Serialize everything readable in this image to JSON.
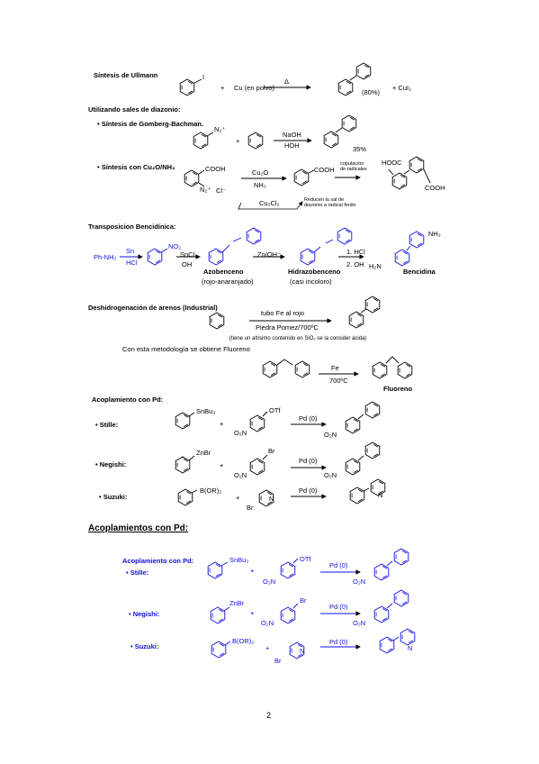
{
  "colors": {
    "accent_blue": "#1010e0",
    "ink": "#000000"
  },
  "ullmann": {
    "title": "Síntesis de Ullmann",
    "sub_i": "I",
    "plus": "+",
    "reagent": "Cu (en polvo)",
    "delta": "Δ",
    "yield": "(80%)",
    "byproduct": "+ CuI₂"
  },
  "diazonio": {
    "title": "Utilizando sales de diazonio:",
    "gomberg": {
      "title": "• Síntesis de Gomberg-Bachman.",
      "n2": "N₂⁺",
      "plus": "+",
      "reagent_top": "NaOH",
      "reagent_bottom": "HOH",
      "yield": "35%"
    },
    "cu2o": {
      "title": "• Síntesis con Cu₂O/NH₃",
      "cooh": "COOH",
      "n2": "N₂⁺",
      "cl": "Cl⁻",
      "reagent_top": "Cu₂O",
      "reagent_bottom": "NH₃",
      "radical_cooh": "COOH",
      "coupling_note": "copulación de radicales",
      "hooc": "HOOC",
      "cooh2": "COOH",
      "cu2cl2": "Cu₂Cl₂",
      "reduce_note": "Reducen la sal de diazonio a radical fenilo"
    }
  },
  "bencidinica": {
    "title": "Transposicion Bencidínica:",
    "sn": "Sn",
    "phnh2": "Ph-NH₂",
    "hcl": "HCl",
    "no2": "NO₂",
    "sncl2": "SnCl₂",
    "oh": "OH",
    "azobenceno": "Azobenceno",
    "azo_color": "(rojo-anaranjado)",
    "zn": "Zn/OH⁻",
    "hidrazobenceno": "Hidrazobenceno",
    "hidrazo_color": "(casi incoloro)",
    "step1": "1. HCl",
    "step2": "2. OH",
    "nh2": "NH₂",
    "h2n": "H₂N",
    "bencidina": "Bencidina"
  },
  "deshidro": {
    "title": "Deshidrogenación de arenos (Industrial)",
    "reagent_top": "tubo Fe al rojo",
    "reagent_bottom": "Piedra Pomez/700ºC",
    "note": "(tiene un altísimo contenido en SiO₂ se la consider ácida)",
    "fluoreno_line": "Con esta metodología se obtiene Fluoreno",
    "fe": "Fe",
    "temp": "700ºC",
    "fluoreno": "Fluoreno"
  },
  "acoplamiento_black": {
    "title": "Acoplamiento con Pd:",
    "stille": "• Stille:",
    "negishi": "• Negishi:",
    "suzuki": "• Suzuki:",
    "snbu3": "SnBu₃",
    "otf": "OTf",
    "znbr": "ZnBr",
    "br": "Br",
    "boronic": "B(OR)₂",
    "o2n": "O₂N",
    "pd": "Pd (0)",
    "n": "N",
    "plus": "+"
  },
  "acoplamientos_heading": "Acoplamientos con Pd:",
  "acoplamiento_blue": {
    "title": "Acoplamiento con Pd:",
    "stille": "• Stille:",
    "negishi": "• Negishi:",
    "suzuki": "• Suzuki:",
    "snbu3": "SnBu₃",
    "otf": "OTf",
    "znbr": "ZnBr",
    "br": "Br",
    "boronic": "B(OR)₂",
    "o2n": "O₂N",
    "pd": "Pd (0)",
    "n": "N",
    "plus": "+"
  },
  "page_number": "2"
}
